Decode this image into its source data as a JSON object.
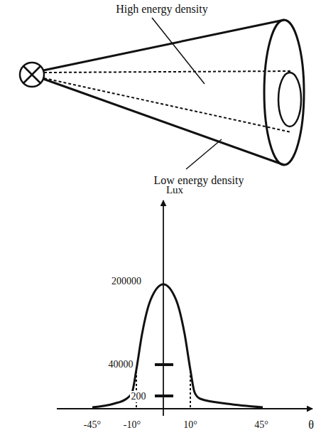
{
  "diagram": {
    "labels": [
      "High energy density",
      "Low energy density",
      "Lux",
      "200000",
      "40000",
      "200",
      "-45°",
      "-10°",
      "10°",
      "45°",
      "θ"
    ]
  }
}
